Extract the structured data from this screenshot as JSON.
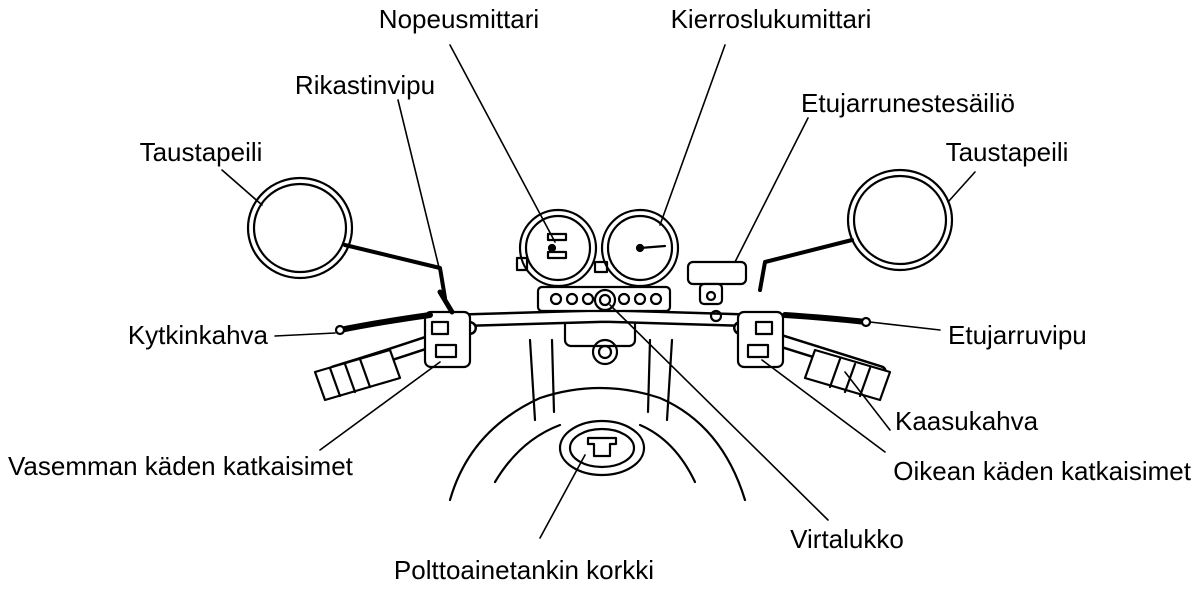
{
  "labels": {
    "nopeusmittari": "Nopeusmittari",
    "kierroslukumittari": "Kierroslukumittari",
    "rikastinvipu": "Rikastinvipu",
    "etujarrunestesailio": "Etujarrunestesäiliö",
    "taustapeili_left": "Taustapeili",
    "taustapeili_right": "Taustapeili",
    "kytkinkahva": "Kytkinkahva",
    "etujarruvipu": "Etujarruvipu",
    "kaasukahva": "Kaasukahva",
    "vasemman_kaden_katkaisimet": "Vasemman käden katkaisimet",
    "oikean_kaden_katkaisimet": "Oikean käden katkaisimet",
    "virtalukko": "Virtalukko",
    "polttoainetankin_korkki": "Polttoainetankin korkki"
  },
  "colors": {
    "ink": "#000000",
    "background": "#ffffff"
  }
}
